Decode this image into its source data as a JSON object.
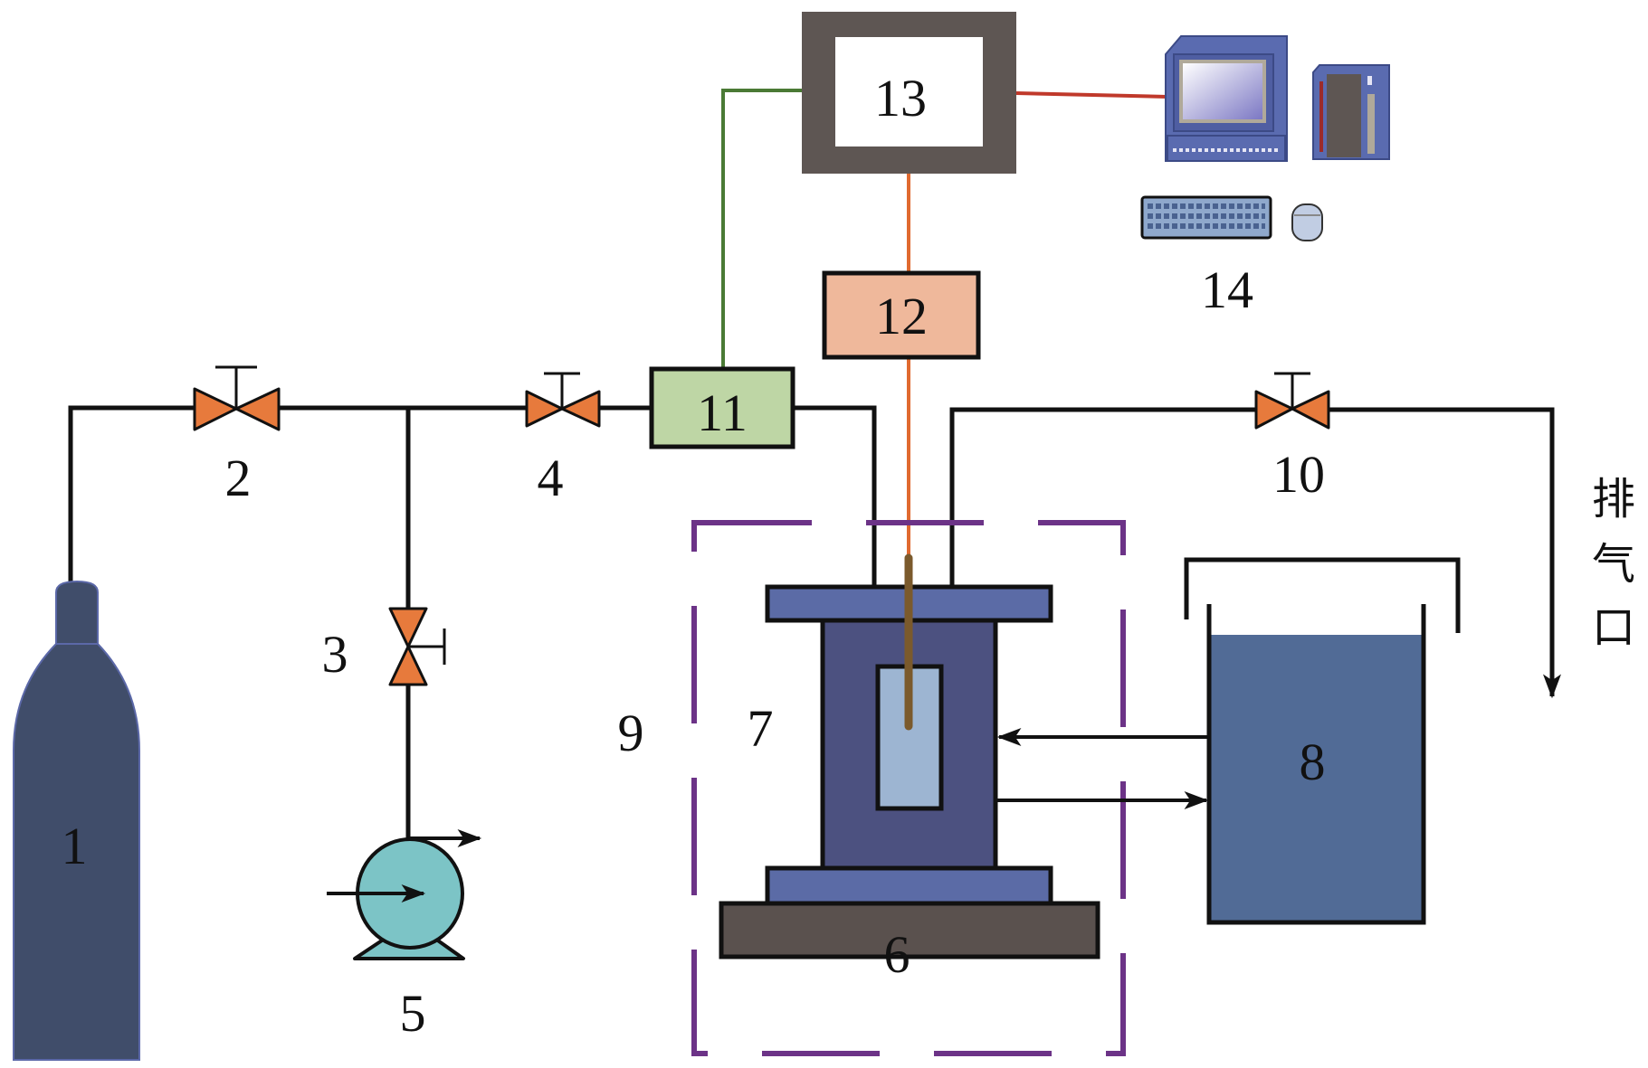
{
  "figure": {
    "type": "experimental-apparatus-schematic",
    "components": [
      {
        "id": "1",
        "label": "1",
        "kind": "gas cylinder"
      },
      {
        "id": "2",
        "label": "2",
        "kind": "valve"
      },
      {
        "id": "3",
        "label": "3",
        "kind": "valve"
      },
      {
        "id": "4",
        "label": "4",
        "kind": "valve"
      },
      {
        "id": "5",
        "label": "5",
        "kind": "vacuum pump"
      },
      {
        "id": "6",
        "label": "6",
        "kind": "base stand"
      },
      {
        "id": "7",
        "label": "7",
        "kind": "reaction vessel"
      },
      {
        "id": "8",
        "label": "8",
        "kind": "water bath"
      },
      {
        "id": "9",
        "label": "9",
        "kind": "enclosure (dashed)"
      },
      {
        "id": "10",
        "label": "10",
        "kind": "valve"
      },
      {
        "id": "11",
        "label": "11",
        "kind": "pressure sensor box"
      },
      {
        "id": "12",
        "label": "12",
        "kind": "temperature transmitter box"
      },
      {
        "id": "13",
        "label": "13",
        "kind": "data acquisition unit"
      },
      {
        "id": "14",
        "label": "14",
        "kind": "computer"
      }
    ],
    "exhaust_label": "排气口",
    "colors": {
      "pipe": "#111111",
      "valve": "#e77a3c",
      "cylinder": "#404d6a",
      "pump": "#7cc4c6",
      "vessel_body": "#4c5180",
      "vessel_plate": "#5b6ba6",
      "vessel_window": "#9db5d2",
      "probe": "#7b5a2c",
      "base": "#5a514e",
      "bath_water": "#516b96",
      "enclosure_dash": "#6c3387",
      "box11": "#bed6a5",
      "box12": "#efb89b",
      "box13_frame": "#5e5653",
      "signal_green": "#4a7a35",
      "signal_orange": "#e06a30",
      "signal_red": "#c0392b",
      "computer": "#5a6bb0"
    }
  }
}
